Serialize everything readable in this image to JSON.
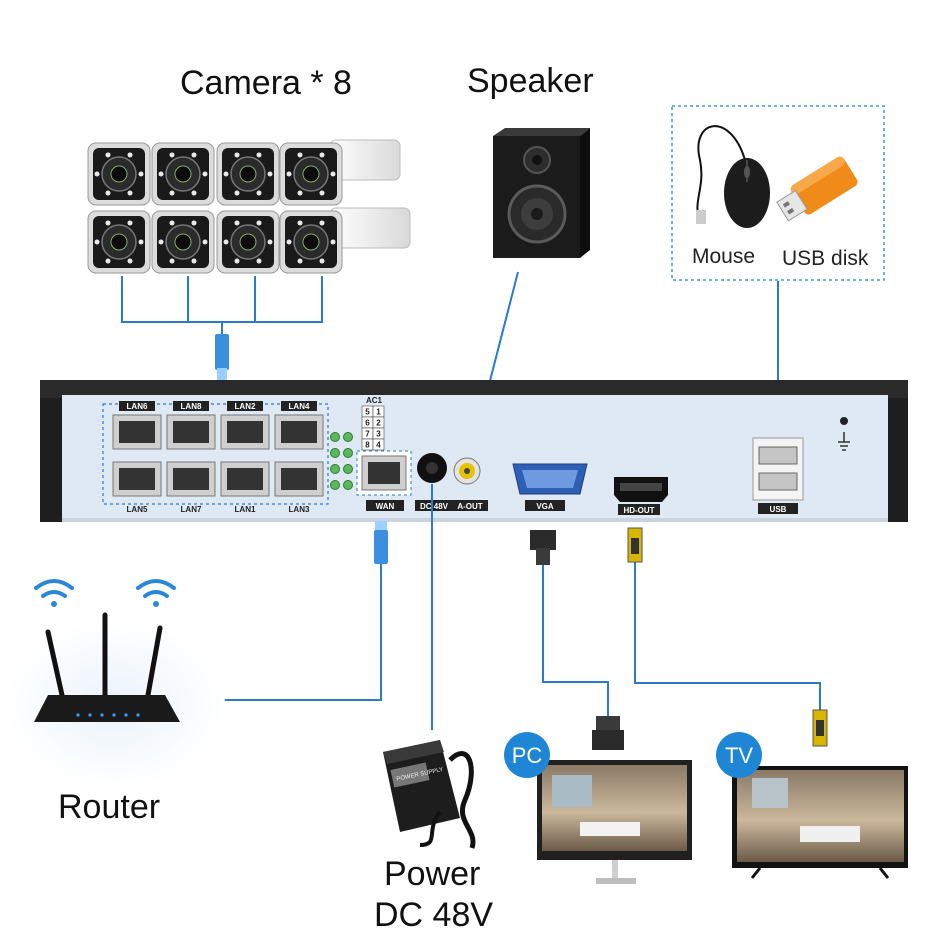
{
  "labels": {
    "cameras": "Camera * 8",
    "speaker": "Speaker",
    "mouse": "Mouse",
    "usb_disk": "USB disk",
    "router": "Router",
    "power_line1": "Power",
    "power_line2": "DC 48V",
    "pc": "PC",
    "tv": "TV"
  },
  "ports": {
    "lan_top": [
      "LAN6",
      "LAN8",
      "LAN2",
      "LAN4"
    ],
    "lan_bottom": [
      "LAN5",
      "LAN7",
      "LAN1",
      "LAN3"
    ],
    "wan": "WAN",
    "dc": "DC 48V",
    "aout": "A-OUT",
    "vga": "VGA",
    "hdout": "HD-OUT",
    "usb": "USB",
    "ac_header": "AC1",
    "ac_grid": [
      [
        "5",
        "1"
      ],
      [
        "6",
        "2"
      ],
      [
        "7",
        "3"
      ],
      [
        "8",
        "4"
      ]
    ]
  },
  "power_supply_label": "POWER SUPPLY",
  "colors": {
    "cable": "#2a7bc9",
    "badge": "#1f86d6",
    "panel": "#dfe9f4",
    "chassis": "#222222"
  }
}
